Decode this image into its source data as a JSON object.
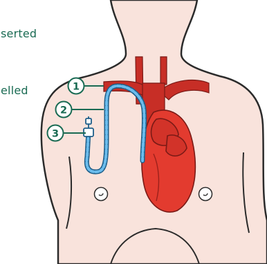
{
  "text_fragments": [
    "serted",
    "elled"
  ],
  "callouts": [
    {
      "number": "1",
      "part": "catheter-insertion-point"
    },
    {
      "number": "2",
      "part": "tunnelled-catheter-segment"
    },
    {
      "number": "3",
      "part": "external-catheter-hub"
    }
  ],
  "colors": {
    "skin": "#f9e3dc",
    "outline": "#2b2b2b",
    "heart": "#e33b2f",
    "vessel": "#c72e26",
    "catheter": "#3d9ad1",
    "callout": "#1a6b53"
  }
}
